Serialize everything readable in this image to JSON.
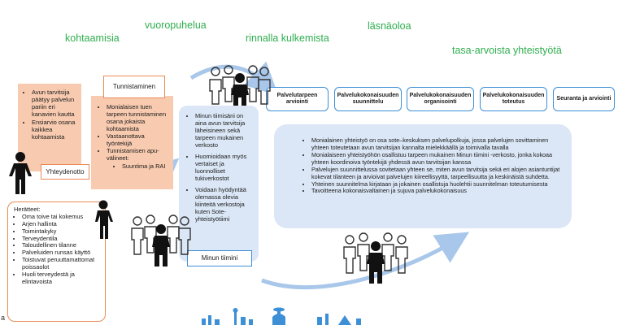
{
  "keywords": {
    "kohtaamisia": "kohtaamisia",
    "vuoropuhelua": "vuoropuhelua",
    "rinnalla": "rinnalla kulkemista",
    "lasnaoloa": "läsnäoloa",
    "tasa_arvoista": "tasa-arvoista yhteistyötä"
  },
  "left_orange_box": {
    "items": [
      "Avun tarvitsija päätyy palvelun pariin eri kanavien kautta",
      "Ensiarvio osana kaikkea kohtaamista"
    ],
    "tab_label": "Yhteydenotto"
  },
  "tunnistaminen_box": {
    "tab_label": "Tunnistaminen",
    "items": [
      "Monialaisen tuen tarpeen tunnistaminen osana jokaista kohtaamista",
      "Vastaanottava työntekijä",
      "Tunnistamisen apu-välineet:"
    ],
    "sub_items": [
      "Suuntima ja RAI"
    ]
  },
  "herattaet_box": {
    "heading": "Herätteet:",
    "items": [
      "Oma toive tai kokemus",
      "Arjen hallinta",
      "Toimintakyky",
      "Terveydentila",
      "Taloudellinen tilanne",
      "Palveluiden runsas käyttö",
      "Toistuvat peruuttamattomat poissaolot",
      "Huoli terveydestä ja elintavoista"
    ]
  },
  "minun_tiimi_box": {
    "items": [
      "Minun tiimisäni on aina avun tarvitsija läheisineen sekä tarpeen mukainen verkosto",
      "Huomioidaan myös vertaiset ja luonnolliset tukiverkostot",
      "Voidaan hyödyntää olemassa olevia kiinteitä verkostoja kuten Sote-yhteistyötiimi"
    ],
    "tab_label": "Minun tiimini"
  },
  "phases": [
    "Palvelutarpeen arviointi",
    "Palvelukokonaisuuden suunnittelu",
    "Palvelukokonaisuuden organisointi",
    "Palvelukokonaisuuden toteutus",
    "Seuranta ja arviointi"
  ],
  "main_box": {
    "items": [
      "Monialainen yhteistyö on osa sote–keskuksen palvelupolkuja, jossa palvelujen sovittaminen yhteen toteutetaan avun tarvitsijan kannalta mielekkäällä ja toimivalla tavalla",
      "Monialaiseen yhteistyöhön osallistuu tarpeen mukainen Minun tiimini -verkosto, jonka kokoaa yhteen koordinoiva työntekijä yhdessä avun tarvitsijan kanssa",
      "Palvelujen suunnittelussa sovitetaan yhteen se, miten avun tarvitsija sekä eri alojen asiantuntijat kokevat tilanteen ja arvioivat palvelujen kiireellisyyttä, tarpeellisuutta ja keskinäistä suhdetta.",
      "Yhteinen suunnitelma kirjataan ja jokainen osallistuja huolehtii suunnitelman toteutumisesta",
      "Tavoitteena kokonaisvaltainen ja sujuva palvelukokonaisuus"
    ]
  },
  "corner_mark": "a",
  "colors": {
    "green": "#2fae4f",
    "orange_fill": "#f8cbb0",
    "orange_border": "#e98a55",
    "blue_fill": "#dbe7f6",
    "blue_border": "#3d8fd6",
    "arrow": "#a9c7ea"
  }
}
